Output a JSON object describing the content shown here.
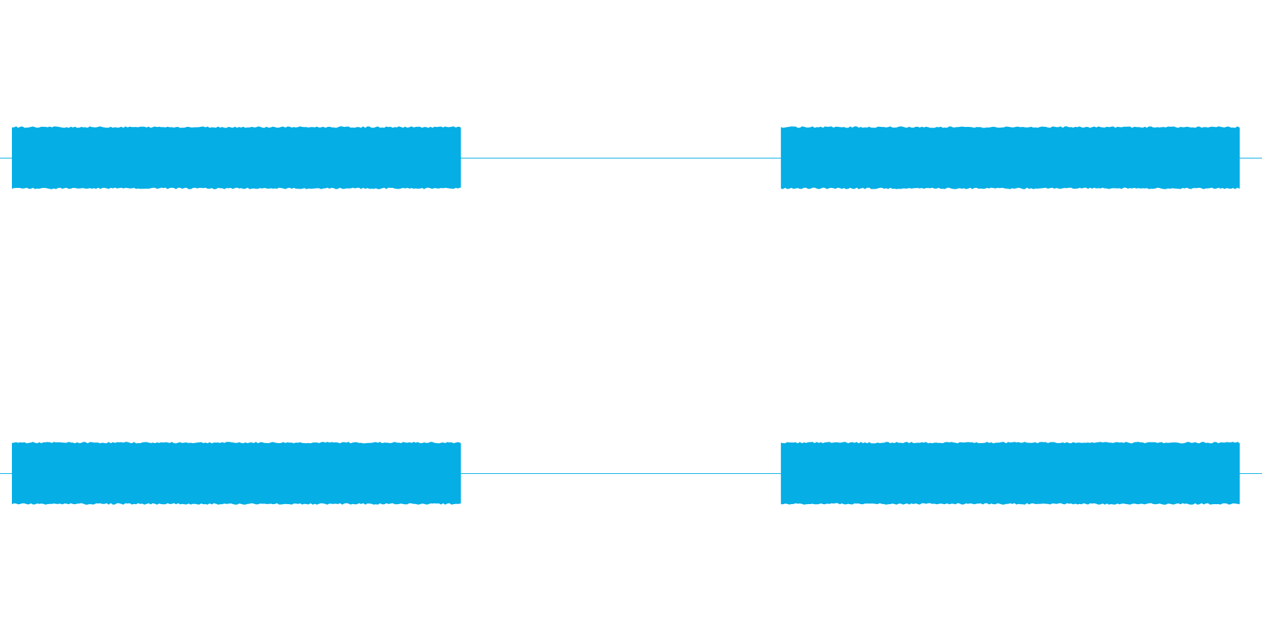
{
  "waveform": {
    "color": "#05aee5",
    "channels": [
      {
        "segments": [
          {
            "kind": "signal",
            "start": 0.0,
            "end": 0.0
          },
          {
            "kind": "burst",
            "start": 0.0,
            "end": 0.362
          },
          {
            "kind": "silence",
            "start": 0.362,
            "end": 0.62
          },
          {
            "kind": "burst",
            "start": 0.62,
            "end": 0.99
          },
          {
            "kind": "silence",
            "start": 0.99,
            "end": 1.0
          }
        ],
        "amplitude": 0.55
      },
      {
        "segments": [
          {
            "kind": "burst",
            "start": 0.0,
            "end": 0.362
          },
          {
            "kind": "silence",
            "start": 0.362,
            "end": 0.62
          },
          {
            "kind": "burst",
            "start": 0.62,
            "end": 0.99
          },
          {
            "kind": "silence",
            "start": 0.99,
            "end": 1.0
          }
        ],
        "amplitude": 0.55
      }
    ]
  }
}
